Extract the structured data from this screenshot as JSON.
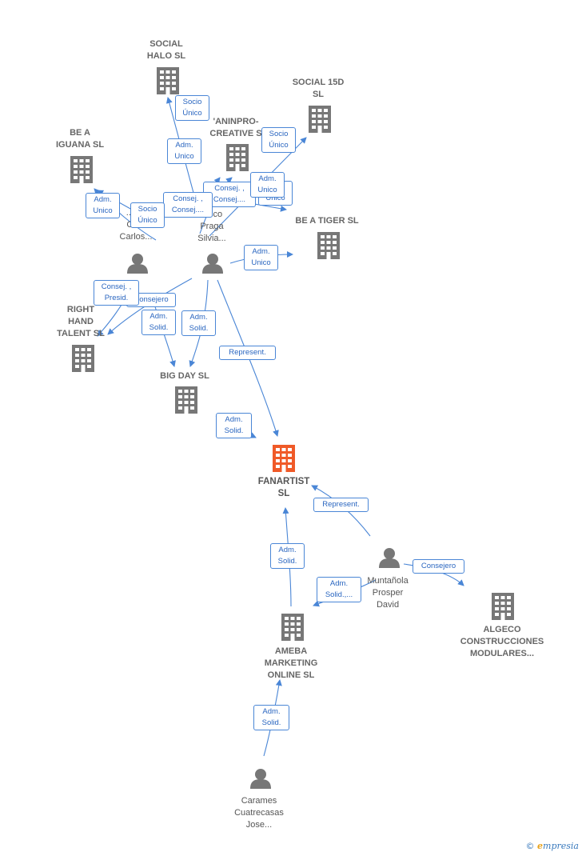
{
  "colors": {
    "edge": "#4a86d6",
    "building": "#777777",
    "focus": "#f05a28",
    "person": "#777777"
  },
  "nodes": {
    "social_halo": "SOCIAL\nHALO SL",
    "social_15d": "SOCIAL 15D\nSL",
    "aninpro": "'ANINPRO-\nCREATIVE S",
    "be_a_iguana": "BE A\nIGUANA SL",
    "be_a_tiger": "BE A TIGER SL",
    "right_hand": "RIGHT\nHAND\nTALENT SL",
    "big_day": "BIG DAY SL",
    "fanartist": "FANARTIST\nSL",
    "ameba": "AMEBA\nMARKETING\nONLINE SL",
    "algeco": "ALGECO\nCONSTRUCCIONES\nMODULARES..."
  },
  "people": {
    "carlos": "...car\nCa...\nCarlos...",
    "praga": "...sco\nPraga\nSilvia...",
    "muntanola": "Muntañola\nProsper\nDavid",
    "carames": "Carames\nCuatrecasas\nJose..."
  },
  "edges": {
    "e1": "Socio\nÚnico",
    "e2": "Adm.\nUnico",
    "e3": "Socio\nÚnico",
    "e4": "Consej. ,\nConsej....",
    "e5": "Adm.\nUnico",
    "e6": "Consej. ,\nConsej....",
    "e7": "Adm.\nUnico",
    "e8": "Unico",
    "e9": "Socio\nÚnico",
    "e10": "Adm.\nUnico",
    "e11": "Consej. ,\nPresid.",
    "e12": "Consejero",
    "e13": "Adm.\nSolid.",
    "e14": "Adm.\nSolid.",
    "e15": "Represent.",
    "e16": "Adm.\nSolid.",
    "e17": "Represent.",
    "e18": "Adm.\nSolid.",
    "e19": "Adm.\nSolid.,...",
    "e20": "Consejero",
    "e21": "Adm.\nSolid."
  },
  "brand": {
    "copyright": "©",
    "e": "e",
    "rest": "mpresia"
  }
}
